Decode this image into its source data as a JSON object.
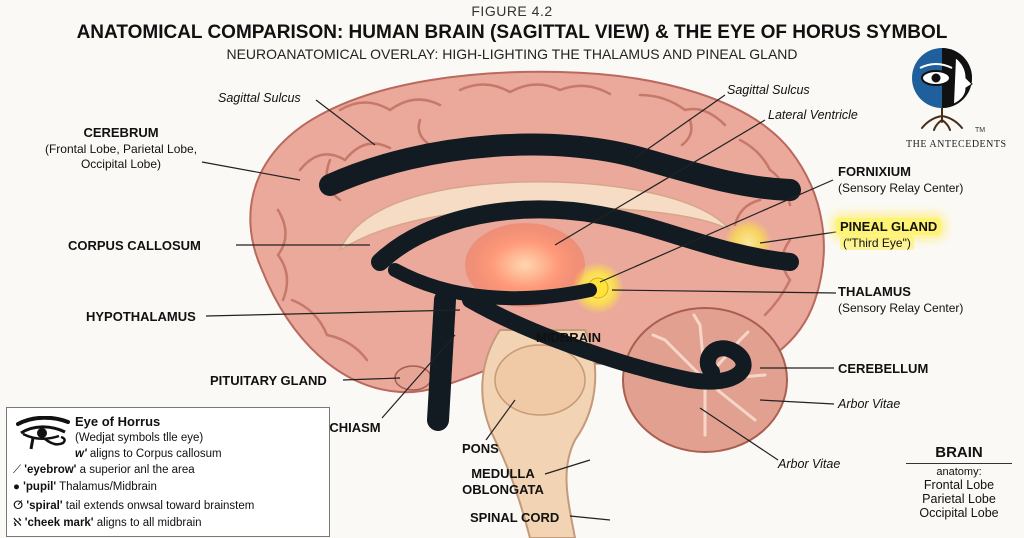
{
  "figure_number": "FIGURE 4.2",
  "title": "ANATOMICAL COMPARISON: HUMAN BRAIN (SAGITTAL VIEW) & THE EYE OF HORUS SYMBOL",
  "subtitle": "NEUROANATOMICAL OVERLAY: HIGH-LIGHTING THE THALAMUS AND PINEAL GLAND",
  "logo": {
    "text": "THE ANTECEDENTS",
    "tm": "TM"
  },
  "labels": {
    "sagittal_left": "Sagittal Sulcus",
    "cerebrum_title": "CEREBRUM",
    "cerebrum_sub1": "(Frontal Lobe, Parietal Lobe,",
    "cerebrum_sub2": "Occipital Lobe)",
    "corpus_callosum": "CORPUS CALLOSUM",
    "hypothalamus": "HYPOTHALAMUS",
    "pituitary": "PITUITARY GLAND",
    "optic_chiasm": "OPTIC CHIASM",
    "midbrain": "MIDBRAIN",
    "pons": "PONS",
    "medulla1": "MEDULLA",
    "medulla2": "OBLONGATA",
    "spinal_cord": "SPINAL CORD",
    "sagittal_right": "Sagittal Sulcus",
    "lateral_ventricle": "Lateral Ventricle",
    "fornix_title": "FORNIXIUM",
    "fornix_sub": "(Sensory Relay Center)",
    "pineal_title": "PINEAL GLAND",
    "pineal_sub": "(\"Third Eye\")",
    "thalamus_title": "THALAMUS",
    "thalamus_sub": "(Sensory Relay Center)",
    "cerebellum": "CEREBELLUM",
    "arbor_vitae_1": "Arbor Vitae",
    "arbor_vitae_2": "Arbor Vitae"
  },
  "legend": {
    "title": "Eye of Horrus",
    "line1": "(Wedjat symbols tlle eye)",
    "line2_icon": "w'",
    "line2": "aligns to Corpus callosum",
    "line3_key": "'eyebrow'",
    "line3": "a superior anl the area",
    "line4_key": "'pupil'",
    "line4": "Thalamus/Midbrain",
    "line5_key": "'spiral'",
    "line5": "tail extends onwsal toward brainstem",
    "line6_key": "'cheek mark'",
    "line6": "aligns to all midbrain"
  },
  "brain_box": {
    "heading": "BRAIN",
    "anatomy": "anatomy:",
    "lobes": [
      "Frontal Lobe",
      "Parietal Lobe",
      "Occipital Lobe"
    ]
  },
  "colors": {
    "brain_pink": "#e9a898",
    "gyri": "#c97a6c",
    "eye_black": "#111a22",
    "highlight_yellow": "#ffe84a",
    "cerebellum": "#e3a08f",
    "brainstem": "#f1d2b2"
  }
}
